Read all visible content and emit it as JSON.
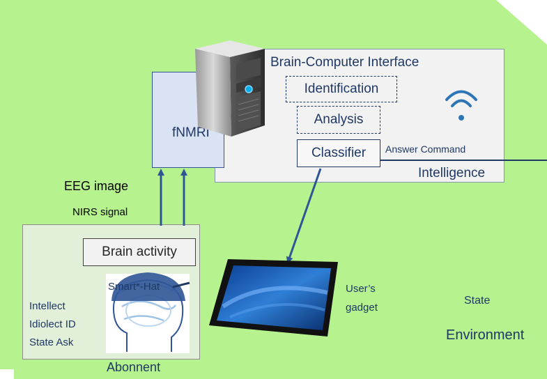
{
  "colors": {
    "background_region": "#b6f28d",
    "bci_panel": "#f2f2f2",
    "fnmri_panel": "#dae3f3",
    "abonnent_panel": "#e2efd9",
    "arrow": "#2f5597",
    "wifi": "#2e75b6"
  },
  "bci": {
    "title": "Brain-Computer Interface",
    "identification": "Identification",
    "analysis": "Analysis",
    "classifier": "Classifier",
    "answer_command": "Answer Command",
    "intelligence": "Intelligence"
  },
  "icons": [
    "server-tower-icon",
    "wifi-icon",
    "tablet-icon",
    "human-head-icon",
    "brain-icon"
  ],
  "fnmri": {
    "label": "fNMRI"
  },
  "signals": {
    "eeg": "EEG image",
    "nirs": "NIRS signal"
  },
  "abonnent": {
    "brain_activity": "Brain activity",
    "smart_hat": "Smart*-Hat",
    "profile": [
      "Intellect",
      "Idiolect ID",
      "State Ask"
    ],
    "label": "Abonnent"
  },
  "gadget": {
    "line1": "User’s",
    "line2": "gadget"
  },
  "environment": {
    "state": "State",
    "label": "Environment"
  }
}
